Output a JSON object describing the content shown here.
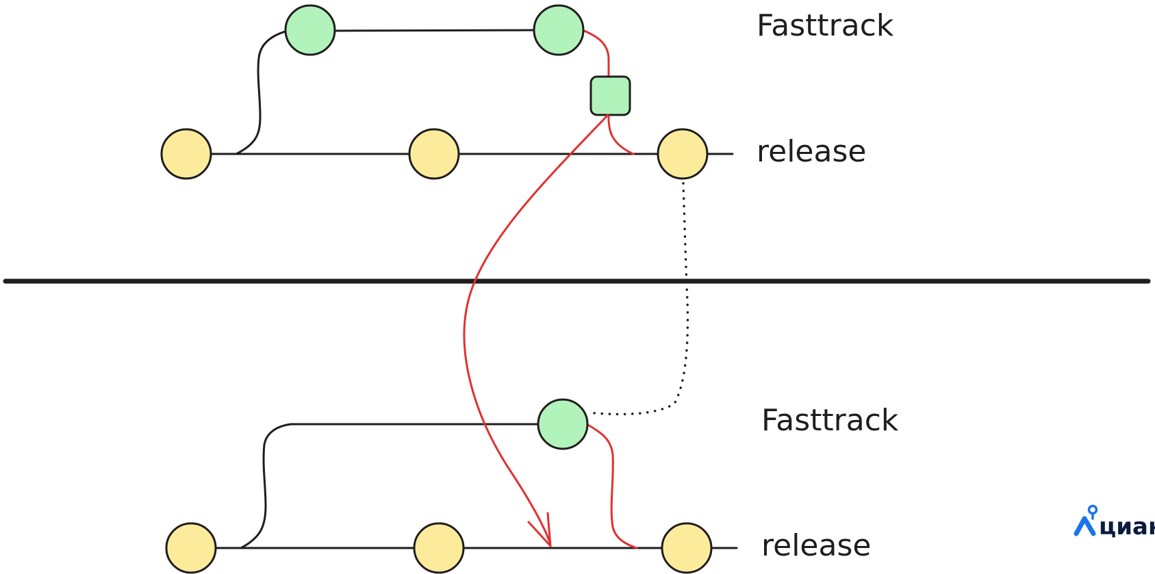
{
  "colors": {
    "release_commit": "#fdeb9c",
    "fasttrack_commit": "#b2f2bb",
    "cherry_pick_arrow": "#e03131",
    "stroke": "#1e1e1e",
    "logo_accent": "#1a73e8",
    "logo_text": "#0a1b3d"
  },
  "top_section": {
    "fasttrack_label": "Fasttrack",
    "release_label": "release"
  },
  "bottom_section": {
    "fasttrack_label": "Fasttrack",
    "release_label": "release"
  },
  "logo": {
    "text": "циан",
    "icon": "location-pin-icon"
  }
}
